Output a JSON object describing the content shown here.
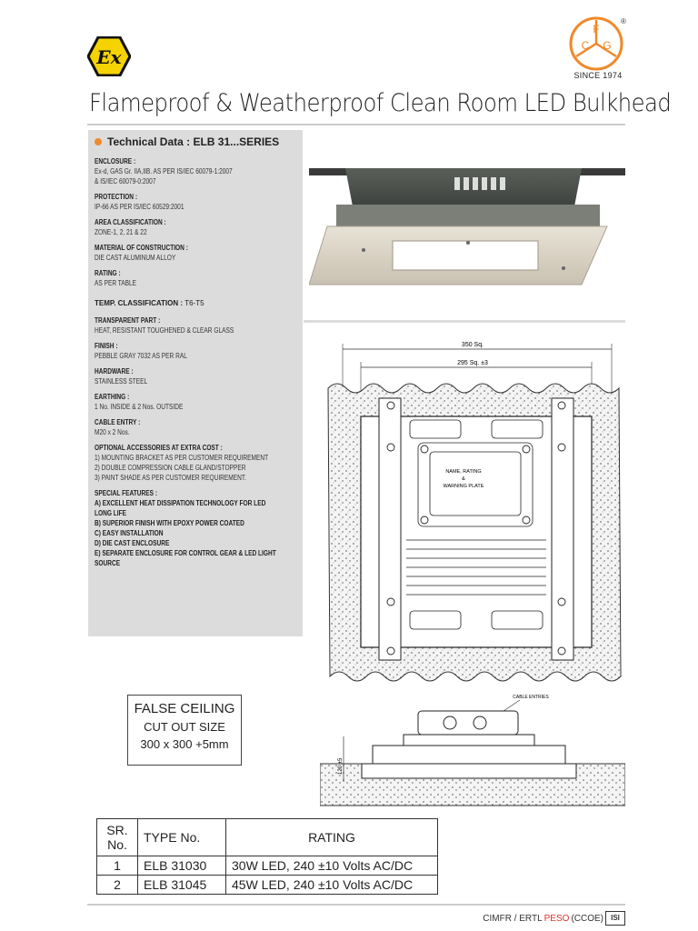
{
  "header": {
    "since": "SINCE 1974",
    "brand_letters": [
      "F",
      "C",
      "G"
    ],
    "ex_mark": "Ex",
    "registered": "®",
    "brand_color": "#f0892a",
    "ex_color": "#f5d300"
  },
  "title": "Flameproof & Weatherproof Clean Room LED Bulkhead",
  "technical": {
    "heading": "Technical  Data  :  ELB 31...SERIES",
    "sections": [
      {
        "label": "ENCLOSURE :",
        "lines": [
          "Ex-d, GAS Gr. IIA,IIB. AS PER IS/IEC 60079-1:2007",
          "& IS/IEC 60079-0:2007"
        ]
      },
      {
        "label": "PROTECTION :",
        "lines": [
          "IP-66 AS PER IS/IEC 60529:2001"
        ]
      },
      {
        "label": "AREA CLASSIFICATION :",
        "lines": [
          "ZONE-1, 2, 21 & 22"
        ]
      },
      {
        "label": "MATERIAL OF CONSTRUCTION :",
        "lines": [
          "DIE CAST ALUMINUM ALLOY"
        ]
      },
      {
        "label": "RATING :",
        "lines": [
          "AS PER TABLE"
        ]
      },
      {
        "label": "TRANSPARENT PART :",
        "lines": [
          "HEAT, RESISTANT TOUGHENED & CLEAR GLASS"
        ]
      },
      {
        "label": "FINISH :",
        "lines": [
          "PEBBLE GRAY 7032 AS PER RAL"
        ]
      },
      {
        "label": "HARDWARE :",
        "lines": [
          "STAINLESS STEEL"
        ]
      },
      {
        "label": "EARTHING :",
        "lines": [
          "1 No. INSIDE & 2 Nos. OUTSIDE"
        ]
      },
      {
        "label": "CABLE ENTRY :",
        "lines": [
          "M20 x 2 Nos."
        ]
      },
      {
        "label": "OPTIONAL ACCESSORIES AT EXTRA COST :",
        "lines": [
          "1) MOUNTING BRACKET AS PER CUSTOMER REQUIREMENT",
          "2) DOUBLE COMPRESSION CABLE GLAND/STOPPER",
          "3) PAINT SHADE AS PER CUSTOMER REQUIREMENT."
        ]
      }
    ],
    "temp": {
      "label": "TEMP. CLASSIFICATION :",
      "value": "T6-T5"
    },
    "special": {
      "label": "SPECIAL FEATURES :",
      "lines": [
        "A) EXCELLENT HEAT DISSIPATION TECHNOLOGY FOR LED",
        "LONG LIFE",
        "B) SUPERIOR FINISH WITH EPOXY POWER COATED",
        "C) EASY INSTALLATION",
        "D) DIE CAST ENCLOSURE",
        "E) SEPARATE ENCLOSURE FOR CONTROL GEAR & LED LIGHT",
        "SOURCE"
      ]
    }
  },
  "drawing": {
    "dim_outer": "350 Sq.",
    "dim_inner": "295 Sq. ±3",
    "plate": [
      "NAME, RATING",
      "&",
      "WARNING PLATE"
    ],
    "cable_entries": "CABLE ENTRIES",
    "height": "120 ±5"
  },
  "false_ceiling": {
    "line1": "FALSE CEILING",
    "line2": "CUT OUT SIZE",
    "line3": "300 x 300 +5mm"
  },
  "table": {
    "headers": [
      "SR.\nNo.",
      "TYPE No.",
      "RATING"
    ],
    "rows": [
      [
        "1",
        "ELB 31030",
        "30W LED, 240 ±10 Volts AC/DC"
      ],
      [
        "2",
        "ELB 31045",
        "45W LED, 240 ±10 Volts AC/DC"
      ]
    ]
  },
  "footer": {
    "prefix": "CIMFR / ERTL ",
    "peso": "PESO",
    "suffix": " (CCOE)",
    "isi": "ISI"
  }
}
